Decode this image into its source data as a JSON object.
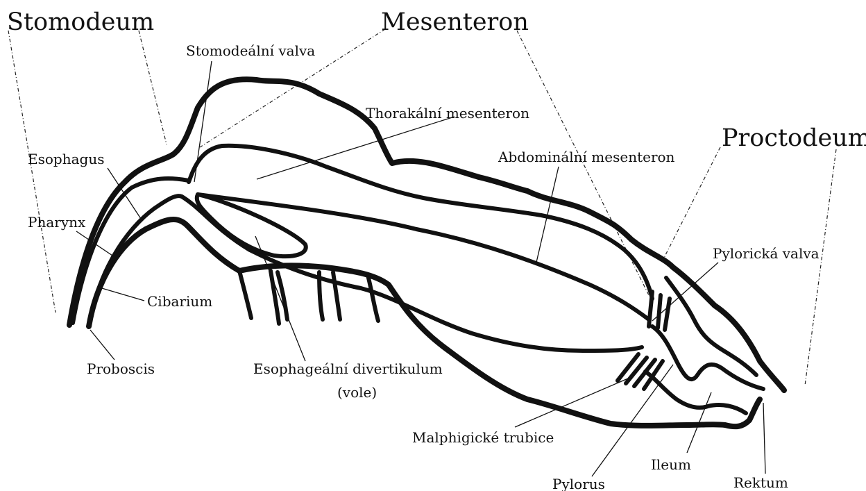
{
  "regions": {
    "stomodeum": "Stomodeum",
    "mesenteron": "Mesenteron",
    "proctodeum": "Proctodeum"
  },
  "labels": {
    "stomodealni_valva": "Stomodeální valva",
    "thorakalni_mesenteron": "Thorakální mesenteron",
    "abdominalni_mesenteron": "Abdominální mesenteron",
    "esophagus": "Esophagus",
    "pharynx": "Pharynx",
    "cibarium": "Cibarium",
    "proboscis": "Proboscis",
    "esophagealni_divertikulum": "Esophageální divertikulum",
    "vole": "(vole)",
    "pyloricka_valva": "Pylorická valva",
    "malphigicke_trubice": "Malphigické trubice",
    "pylorus": "Pylorus",
    "ileum": "Ileum",
    "rektum": "Rektum"
  }
}
